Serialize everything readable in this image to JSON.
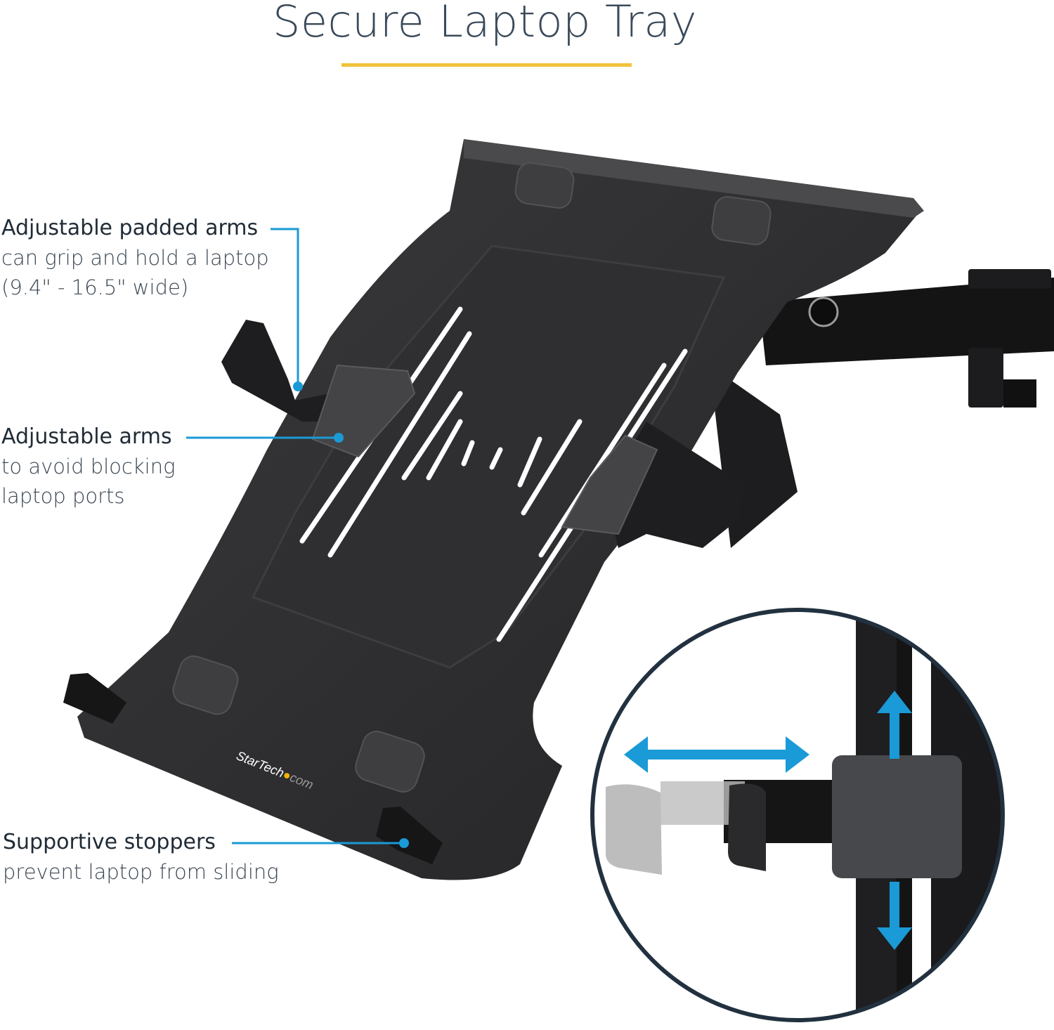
{
  "title": "Secure Laptop Tray",
  "colors": {
    "title_text": "#3a4a5a",
    "underline": "#f2c23c",
    "callout_line": "#1a9ad6",
    "tray": "#2b2b2d",
    "circle_border": "#22313f",
    "arrow": "#1a9ad6"
  },
  "callouts": [
    {
      "heading": "Adjustable padded arms",
      "lines": [
        "can grip and hold a laptop",
        "(9.4\" - 16.5\" wide)"
      ]
    },
    {
      "heading": "Adjustable arms",
      "lines": [
        "to avoid blocking",
        "laptop ports"
      ]
    },
    {
      "heading": "Supportive stoppers",
      "lines": [
        "prevent laptop from sliding"
      ]
    }
  ],
  "brand_logo": {
    "name": "StarTech",
    "suffix": ".com"
  },
  "inset": {
    "description": "Close-up of sliding arm with horizontal and vertical adjustment arrows"
  }
}
